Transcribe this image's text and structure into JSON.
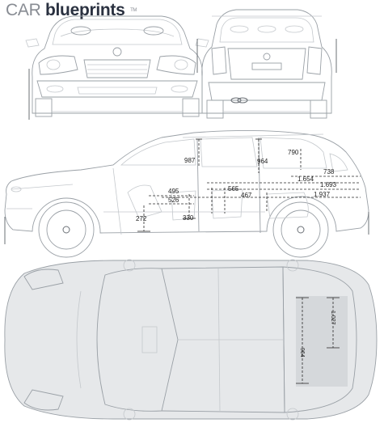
{
  "logo": {
    "car": "CAR",
    "blueprints": "blueprints",
    "tm": "TM"
  },
  "dimensions": {
    "d987": "987",
    "d964": "964",
    "d790": "790",
    "d738": "738",
    "d1654": "1.654",
    "d1693": "1.693",
    "d1937": "1.937",
    "d495": "495",
    "d526": "526",
    "d565": "565",
    "d467": "467",
    "d272": "272",
    "d330": "330",
    "d964b": "964",
    "d1027": "1.027"
  },
  "colors": {
    "line": "#9aa0a6",
    "dimension": "#2b2b2b",
    "logo_car": "#888c93",
    "logo_blueprints": "#2a3140"
  }
}
